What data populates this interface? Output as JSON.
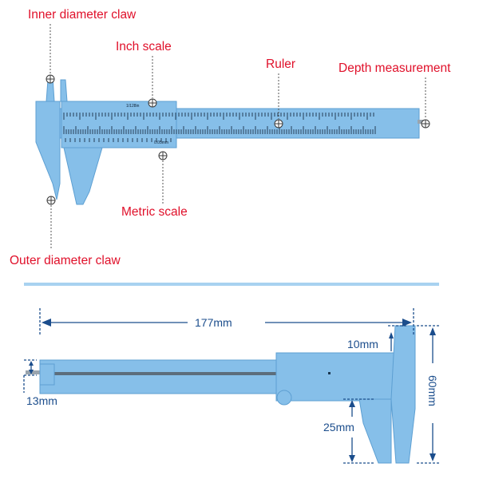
{
  "colors": {
    "callout_text": "#e0102a",
    "dimension_text": "#1b4d8c",
    "dimension_line": "#1b4d8c",
    "caliper_fill": "#86bfe9",
    "caliper_edge": "#5d9fd2",
    "scale_marks": "#0d1f33",
    "divider": "#a8d2f0"
  },
  "top_view": {
    "callouts": {
      "inner_diameter_claw": "Inner diameter claw",
      "inch_scale": "Inch scale",
      "ruler": "Ruler",
      "depth_measurement": "Depth measurement",
      "metric_scale": "Metric scale",
      "outer_diameter_claw": "Outer diameter claw"
    },
    "scale_labels": {
      "inch_resolution": "1/128in",
      "metric_resolution": "0.05mm"
    }
  },
  "bottom_view": {
    "dimensions": {
      "total_length": "177mm",
      "depth_rod": "13mm",
      "inner_jaw": "10mm",
      "total_height": "60mm",
      "outer_jaw": "25mm"
    }
  }
}
